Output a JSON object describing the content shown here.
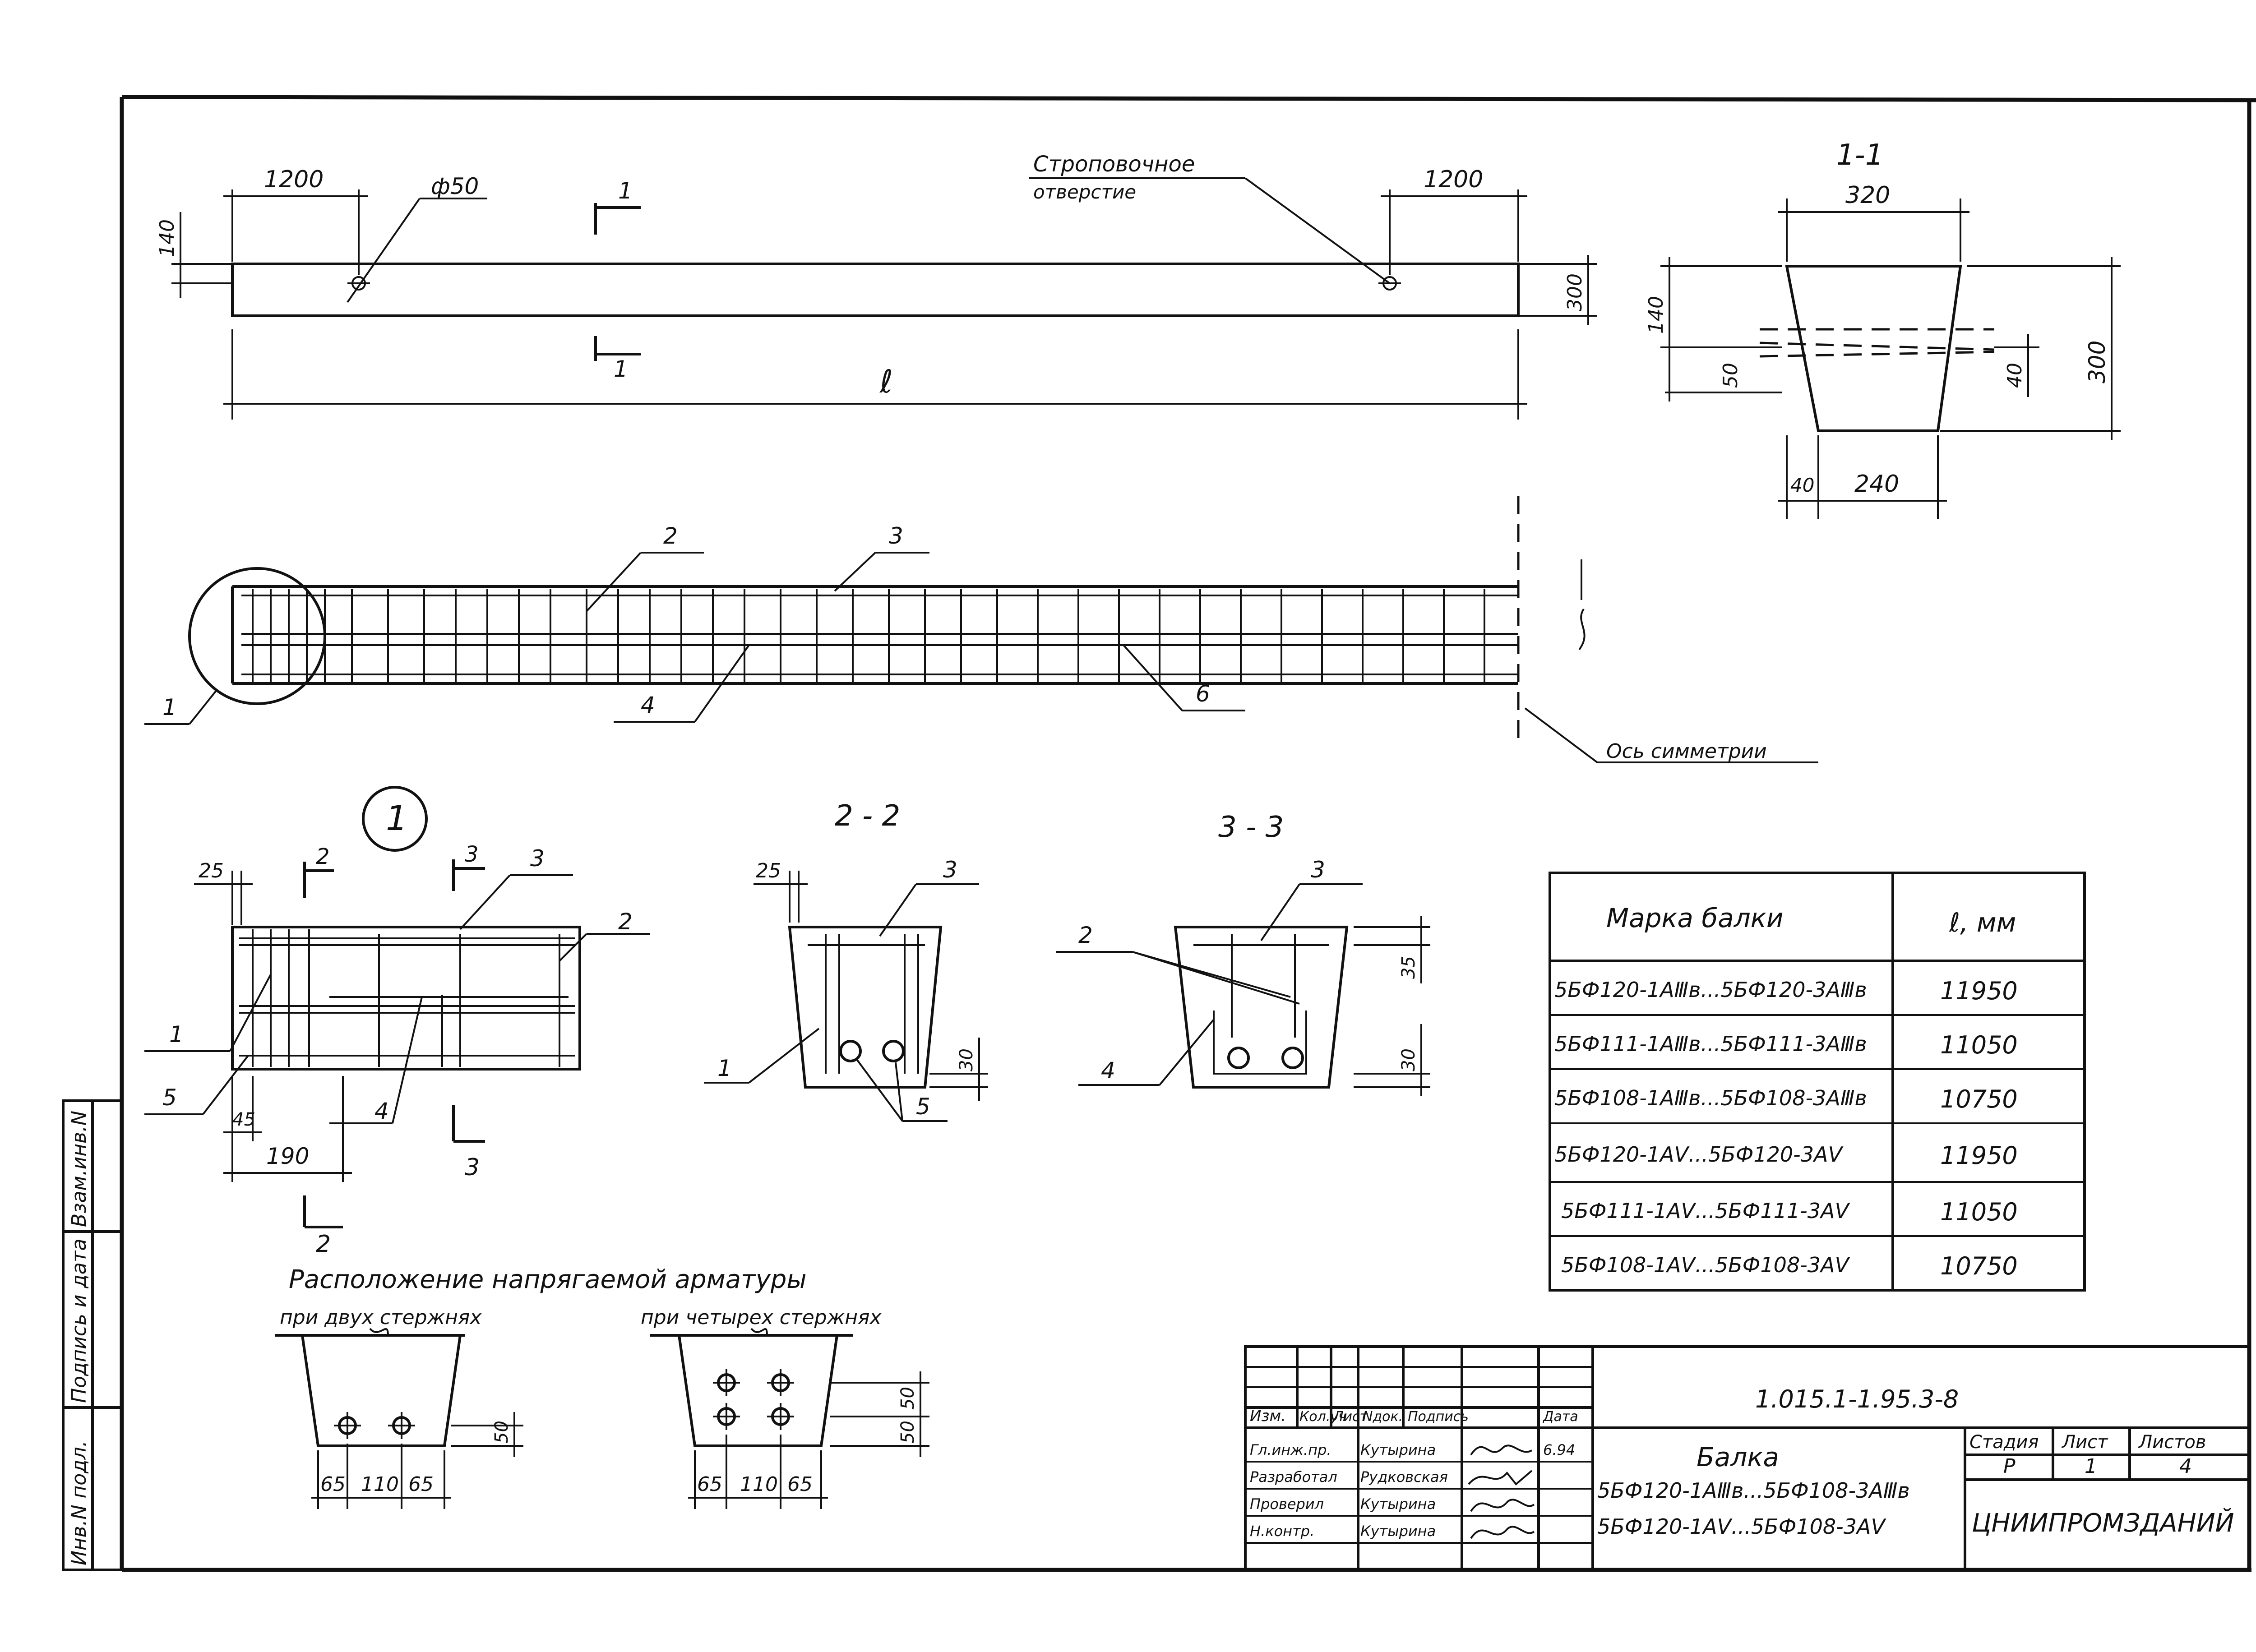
{
  "beam_plan": {
    "dim_left": "1200",
    "dim_right": "1200",
    "dim_140": "140",
    "dim_300": "300",
    "hole_dia": "ф50",
    "length_label": "ℓ",
    "section_mark": "1",
    "lifting_hole_label_1": "Строповочное",
    "lifting_hole_label_2": "отверстие"
  },
  "section_1_1": {
    "title": "1-1",
    "top_width": "320",
    "h_140": "140",
    "h_50": "50",
    "h_40": "40",
    "height": "300",
    "bottom_40": "40",
    "bottom_240": "240"
  },
  "reinforcement": {
    "pos_1": "1",
    "pos_2": "2",
    "pos_3": "3",
    "pos_4": "4",
    "pos_6": "6",
    "symmetry_axis": "Ось симметрии"
  },
  "node_1": {
    "number": "1",
    "dim_25": "25",
    "cut_2": "2",
    "cut_3": "3",
    "pos_3": "3",
    "pos_2": "2",
    "pos_1": "1",
    "pos_5": "5",
    "pos_4": "4",
    "dim_45": "45",
    "dim_190": "190"
  },
  "section_2_2": {
    "title": "2 - 2",
    "dim_25": "25",
    "pos_3": "3",
    "pos_1": "1",
    "pos_5": "5",
    "dim_30": "30"
  },
  "section_3_3": {
    "title": "3 - 3",
    "pos_3": "3",
    "pos_2": "2",
    "pos_4": "4",
    "dim_35": "35",
    "dim_30": "30"
  },
  "tendons": {
    "title": "Расположение напрягаемой арматуры",
    "two_bars": "при двух стержнях",
    "four_bars": "при четырех стержнях",
    "dim_65a": "65",
    "dim_110": "110",
    "dim_65b": "65",
    "dim_50": "50",
    "dim_50_4a": "50",
    "dim_50_4b": "50"
  },
  "marks_table": {
    "headers": [
      "Марка балки",
      "ℓ, мм"
    ],
    "rows": [
      [
        "5БФ120-1АⅢв...5БФ120-3АⅢв",
        "11950"
      ],
      [
        "5БФ111-1АⅢв...5БФ111-3АⅢв",
        "11050"
      ],
      [
        "5БФ108-1АⅢв...5БФ108-3АⅢв",
        "10750"
      ],
      [
        "5БФ120-1АⅤ...5БФ120-3АⅤ",
        "11950"
      ],
      [
        "5БФ111-1АⅤ...5БФ111-3АⅤ",
        "11050"
      ],
      [
        "5БФ108-1АⅤ...5БФ108-3АⅤ",
        "10750"
      ]
    ]
  },
  "left_margin": {
    "field_1": "Инв.N подл.",
    "field_2": "Подпись и дата",
    "field_3": "Взам.инв.N"
  },
  "title_block": {
    "doc_code": "1.015.1-1.95.3-8",
    "header_cols": [
      "Изм.",
      "Кол.уч",
      "Лист",
      "Nдок.",
      "Подпись",
      "Дата"
    ],
    "roles": [
      {
        "role": "Гл.инж.пр.",
        "name": "Кутырина",
        "date": "6.94"
      },
      {
        "role": "Разработал",
        "name": "Рудковская",
        "date": ""
      },
      {
        "role": "Проверил",
        "name": "Кутырина",
        "date": ""
      },
      {
        "role": "Н.контр.",
        "name": "Кутырина",
        "date": ""
      }
    ],
    "name_line_1": "Балка",
    "name_line_2": "5БФ120-1АⅢв...5БФ108-3АⅢв",
    "name_line_3": "5БФ120-1АⅤ...5БФ108-3АⅤ",
    "stage_label": "Стадия",
    "sheet_label": "Лист",
    "sheets_label": "Листов",
    "stage": "Р",
    "sheet": "1",
    "sheets": "4",
    "organization": "ЦНИИПРОМЗДАНИЙ"
  }
}
